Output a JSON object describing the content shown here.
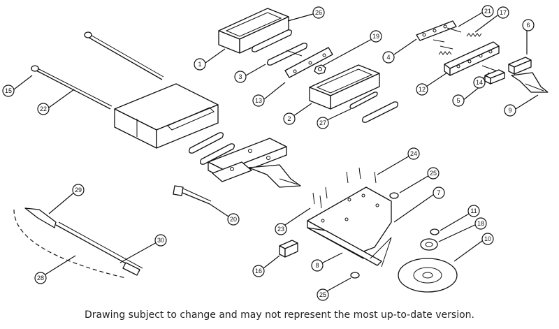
{
  "diagram": {
    "callouts": [
      {
        "num": "1"
      },
      {
        "num": "26"
      },
      {
        "num": "3"
      },
      {
        "num": "13"
      },
      {
        "num": "19"
      },
      {
        "num": "2"
      },
      {
        "num": "27"
      },
      {
        "num": "4"
      },
      {
        "num": "21"
      },
      {
        "num": "17"
      },
      {
        "num": "6"
      },
      {
        "num": "12"
      },
      {
        "num": "14"
      },
      {
        "num": "5"
      },
      {
        "num": "9"
      },
      {
        "num": "15"
      },
      {
        "num": "22"
      },
      {
        "num": "24"
      },
      {
        "num": "25"
      },
      {
        "num": "7"
      },
      {
        "num": "29"
      },
      {
        "num": "20"
      },
      {
        "num": "23"
      },
      {
        "num": "11"
      },
      {
        "num": "18"
      },
      {
        "num": "10"
      },
      {
        "num": "30"
      },
      {
        "num": "16"
      },
      {
        "num": "8"
      },
      {
        "num": "28"
      },
      {
        "num": "25"
      }
    ]
  },
  "footer": {
    "disclaimer": "Drawing subject to change and may not represent the most up-to-date version."
  }
}
